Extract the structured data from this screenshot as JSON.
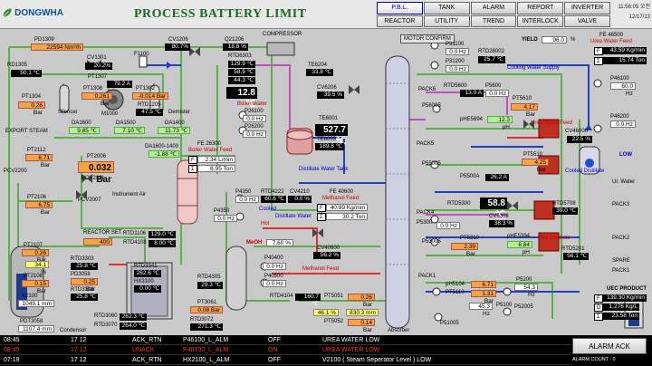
{
  "header": {
    "logo": "DONGWHA",
    "title": "PROCESS BATTERY LIMIT",
    "time": "11:56:05 오전",
    "date": "12/17/13"
  },
  "nav": [
    {
      "label": "P.B.L.",
      "active": true
    },
    {
      "label": "TANK"
    },
    {
      "label": "ALARM"
    },
    {
      "label": "REPORT"
    },
    {
      "label": "INVERTER"
    },
    {
      "label": "REACTOR"
    },
    {
      "label": "UTILITY"
    },
    {
      "label": "TREND"
    },
    {
      "label": "INTERLOCK"
    },
    {
      "label": "VALVE"
    }
  ],
  "buttons": {
    "motor_confirm": "MOTOR CONFIRM",
    "yield_label": "YIELD",
    "yield_value": "96.0",
    "yield_unit": "%",
    "alarm_ack": "ALARM ACK",
    "alarm_count": "ALARM COUNT : 0"
  },
  "labels": {
    "pd1309": "PD1309",
    "pd1309_v": "22594 Nm³/h",
    "rd1305": "RD1305",
    "rd1305_v": "50.1 ℃",
    "cv1301": "CV1301",
    "cv1301_v": "20.2%",
    "pt1307": "PT1307",
    "pt1307_v": "79.2 A",
    "pt1304": "PT1304",
    "pt1304_v": "0.26 Bar",
    "pt1308": "PT1308",
    "pt1308_v": "0.261 Bar",
    "pt1302": "PT1302",
    "pt1302_v": "-0.014 Bar",
    "silencer": "Silencer",
    "m1000": "M1000",
    "demister": "Demister",
    "rtd1205": "RTD1205",
    "rtd1205_v": "47.5 ℃",
    "da1600": "DA1600",
    "da1600_v": "9.85 ℃",
    "da1500": "DA1500",
    "da1500_v": "7.10 ℃",
    "da1400": "DA1400",
    "da1400_v": "11.73 ℃",
    "da1600_1400": "DA1600-1400",
    "da1600_1400_v": "-1.88 ℃",
    "f1100": "F1100",
    "cv1206": "CV1206",
    "cv1206_v": "80.7%",
    "q21206": "Q21206",
    "q21206_v": "18.8 %",
    "compressor": "COMPRESSOR",
    "rtd6303": "RTD6303",
    "rtd6303_v1": "129.9 ℃",
    "rtd6303_v2": "58.9 ℃",
    "rtd6303_v3": "44.3 ℃",
    "big_temp": "12.8 ℃",
    "te6204": "TE6204",
    "te6204_v": "33.8 ℃",
    "cv6206": "CV6206",
    "cv6206_v": "39.5 %",
    "boiler_water": "Boiler Water",
    "p26100": "P26100",
    "p26100_v": "0.0 Hz",
    "p26200": "P26200",
    "p26200_v": "0.0 Hz",
    "te6001": "TE6001",
    "te6001_v": "527.7 ℃",
    "te6003": "TE6003",
    "te6003_v": "189.8 ℃",
    "fe26300": "FE 26300",
    "boiler_feed": "Boiler Water Feed",
    "fe26300_v1": "2.34 L/min",
    "fe26300_v2": "8.95 Ton",
    "distillate_tank": "Distillate Water Tank",
    "export_steam": "EXPORT STEAM",
    "pt2112": "PT2112",
    "pt2112_v": "6.71 Bar",
    "pt2006": "PT2006",
    "pt2006_v": "0.032 Bar",
    "pcv2200": "PCV2200",
    "pcv2011": "PCV2011",
    "pt2106": "PT2106",
    "pt2106_v": "6.75 Bar",
    "instrument_air": "Instrument Air",
    "pcv2007": "PCV2007",
    "pt2107": "PT2107",
    "pt2107_v": "0.26 Bar",
    "pct_v": "34.1 %",
    "reactor_set": "REACTOR SET",
    "reactor_set_v": "400",
    "rtd1106": "RTD1106",
    "rtd1106_v": "129.0 ℃",
    "rtd4108": "RTD4108",
    "rtd4108_v": "8.00 ℃",
    "pt2108": "PT2108",
    "pt2108_v": "0.15 Bar",
    "rtd3303": "RTD3303",
    "rtd3303_v": "25.8 ℃",
    "pd3058": "PD3058",
    "pd3058_v": "0.25 Bar",
    "rtd3341": "RTD3341",
    "rtd3341_v": "262.6 ℃",
    "rtd3308": "RTD3308",
    "rtd3308_v": "25.8 ℃",
    "hx3100": "HX3100",
    "hx3100_v": "0.00 ℃",
    "v2100": "V2100",
    "v2100_v": "1049.1 mm",
    "pdt3058": "PDT3058",
    "pdt3058_v": "1107.4 mm",
    "rtd3060": "RTD3060",
    "rtd3060_v": "262.3 ℃",
    "rtd3070": "RTD3070",
    "rtd3070_v": "264.0 ℃",
    "condensor": "Condensor",
    "p4350": "P4350",
    "p4350_v": "0.0 Hz",
    "p4350b": "P4350",
    "p4350b_v": "0.0 Hz",
    "rtd4222": "RTD4222",
    "rtd4222_v": "60.6 ℃",
    "cv4210": "CV4210",
    "cv4210_v": "0.0 %",
    "cooled": "Cooled",
    "distillate_water": "Distillate Water",
    "hot": "Hot",
    "fe40600": "FE 40600",
    "methanol_feed": "Methanol Feed",
    "fe40600_v1": "40.89 Kg/min",
    "fe40600_v2": "30.2 Ton",
    "meoh": "MeOH",
    "meoh_v": "7.60 %",
    "cv40600": "CV40600",
    "cv40600_v": "56.2 %",
    "p40400": "P40400",
    "p40400_v": "0.0 Hz",
    "p40500": "P40500",
    "p40500_v": "0.0 Hz",
    "rtd4305": "RTD4305",
    "rtd4305_v": "29.3 ℃",
    "pt3061": "PT3061",
    "pt3061_v": "0.08 Bar",
    "rtd3072": "RTD3072",
    "rtd3072_v": "271.3 ℃",
    "rtd4104": "RTD4104",
    "rtd4104_v": "160.7 ℃",
    "pt5051": "PT5051",
    "pt5051_v": "0.26 Bar",
    "methanol_feed2": "Methanol Feed",
    "pt5052": "PT5052",
    "pt5052_v": "0.14 Bar",
    "pct_46": "46.1 %",
    "mm_830": "830.3 mm",
    "absorber": "Absorber",
    "p31100": "P31100",
    "p31100_v": "0.0 Hz",
    "rtd28002": "RTD28002",
    "rtd28002_v": "25.7 ℃",
    "p31200": "P31200",
    "p31200_v": "0.0 Hz",
    "cooling_supply": "Cooling Water Supply",
    "fe46500": "FE 46500",
    "urea_water": "Urea Water Feed",
    "fe46500_v1": "43.59 Kg/min",
    "fe46500_v2": "15.74 Ton",
    "pack6": "PACK6",
    "rtd5600": "RTD5600",
    "rtd5600_v": "13.0 A",
    "p5600": "P5600",
    "p5600_v": "0.0 Hz",
    "ps6005": "P56005",
    "pt5610": "PT5610",
    "pt5610_v": "4.17 Bar",
    "ph5694": "pHE5694",
    "ph5694_v": "12.3 pH",
    "urea_feed": "Urea Water Feed",
    "p46100": "P46100",
    "p46100_v": "60.0 Hz",
    "p46200": "P46200",
    "p46200_v": "0.0 Hz",
    "cv46000": "CV46000",
    "cv46000_v": "22.5 %",
    "pack5": "PACK5",
    "ps5005": "P55005",
    "p5500a": "P5500A",
    "p5500a_v": "26.2 A",
    "pt5510": "PT5510",
    "pt5510_v": "4.25 Bar",
    "cooled_dist": "Cooled Distillate",
    "low": "LOW",
    "ur_water": "Ur. Water",
    "rtd5300": "RTD5300",
    "rtd5300_v": "58.8 ℃",
    "pack4": "PACK4",
    "rtd5708": "RTD5708",
    "rtd5708_v": "39.0 ℃",
    "pack3": "PACK3",
    "p5300": "P5300",
    "p5300_v": "0.0 Hz",
    "cv5308": "CV5308",
    "cv5308_v": "38.3 %",
    "ps3005": "P53005",
    "pt5310": "PT5310",
    "pt5310_v": "2.39 Bar",
    "ph5394": "pHE5394",
    "ph5394_v": "6.84 pH",
    "hot_dist": "Hot Distillate",
    "rtd5201": "RTD5201",
    "rtd5201_v": "56.1 ℃",
    "pack2": "PACK2",
    "spare": "SPARE",
    "pack1": "PACK1",
    "ph5104": "pH5104",
    "ph5104_v": "6.71 pH",
    "p5200": "P5200",
    "p5200_v": "54.3 Hz",
    "p5100": "P5100",
    "p5100_v": "45.3 Hz",
    "ps5005b": "P52005",
    "ps1005": "P51005",
    "pt5110": "PT5110",
    "pt5110_v": "1.31 Bar",
    "uec_product": "UEC PRODUCT",
    "uec_v1": "139.30 Kg/min",
    "uec_v2": "1.276 Kg/L",
    "uec_v3": "23.58 Ton"
  },
  "alarms": [
    {
      "time": "08:45",
      "date": "17 12",
      "state": "ACK_RTN",
      "tag": "P46100_L_ALM",
      "status": "OFF",
      "desc": "UREA WATER LOW",
      "color": "#ffffff",
      "bg": "#000000"
    },
    {
      "time": "08:45",
      "date": "17 12",
      "state": "UNACK",
      "tag": "P46100_L_ALM",
      "status": "ON",
      "desc": "UREA WATER LOW",
      "color": "#ff3030",
      "bg": "#000000"
    },
    {
      "time": "07:19",
      "date": "17 12",
      "state": "ACK_RTN",
      "tag": "HX2100_L_ALM",
      "status": "OFF",
      "desc": "V2100 ( Steam Seperator Level ) LOW",
      "color": "#ffffff",
      "bg": "#000000"
    }
  ]
}
